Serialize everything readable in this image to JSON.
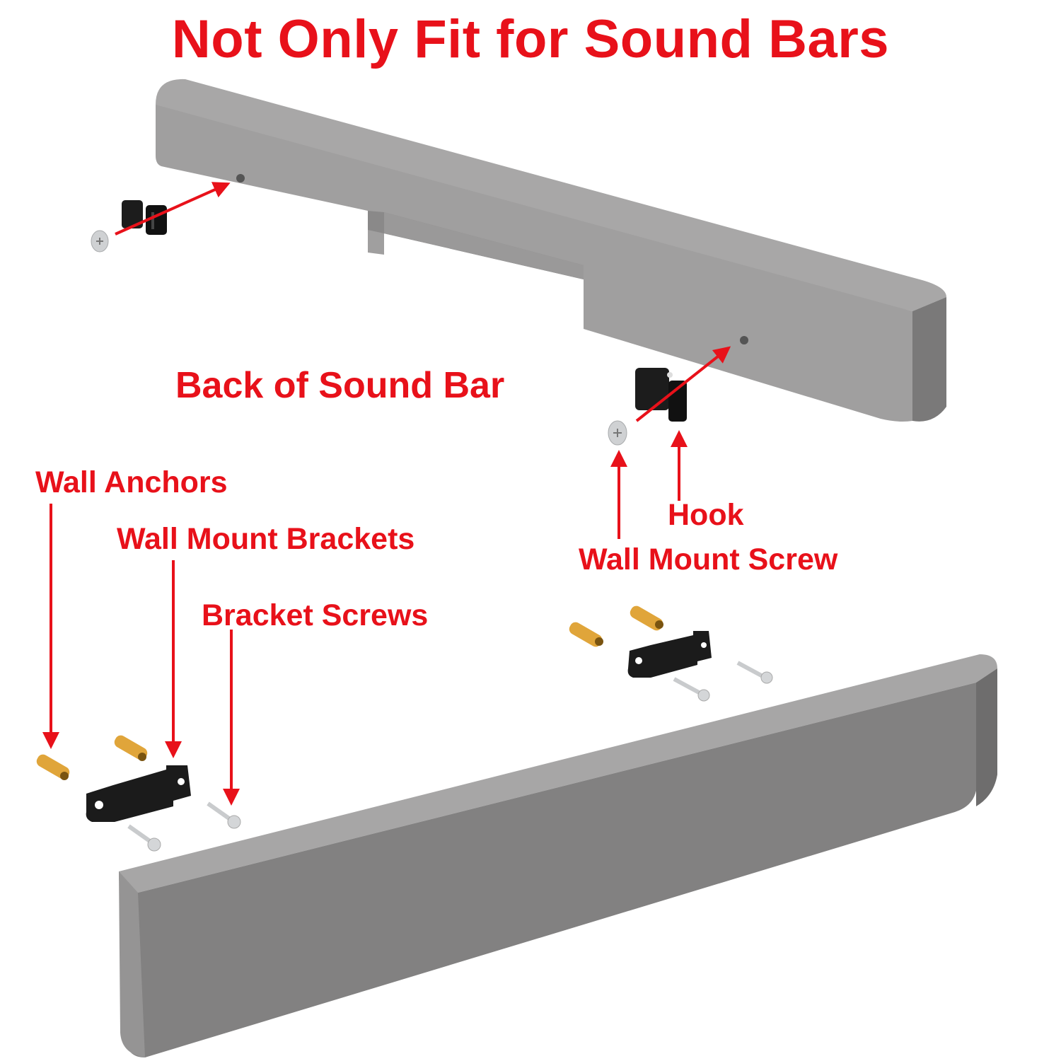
{
  "title": "Not Only Fit for Sound Bars",
  "labels": {
    "back_of_sound_bar": "Back of Sound Bar",
    "wall_anchors": "Wall Anchors",
    "wall_mount_brackets": "Wall Mount Brackets",
    "bracket_screws": "Bracket Screws",
    "hook": "Hook",
    "wall_mount_screw": "Wall Mount Screw"
  },
  "colors": {
    "label_red": "#e8111a",
    "soundbar_top": "#a6a5a5",
    "soundbar_front": "#858484",
    "soundbar_side": "#737272",
    "bracket_black": "#1b1b1b",
    "anchor_yellow": "#e0a53a",
    "screw_silver": "#c9cbcd",
    "arrow_red": "#e8111a"
  },
  "parts": {
    "upper_soundbar": "sound-bar-back-view",
    "lower_soundbar": "sound-bar-front-view",
    "hooks": 2,
    "wall_mount_screws": 2,
    "wall_mount_brackets": 2,
    "wall_anchors": 4,
    "bracket_screws": 4
  }
}
